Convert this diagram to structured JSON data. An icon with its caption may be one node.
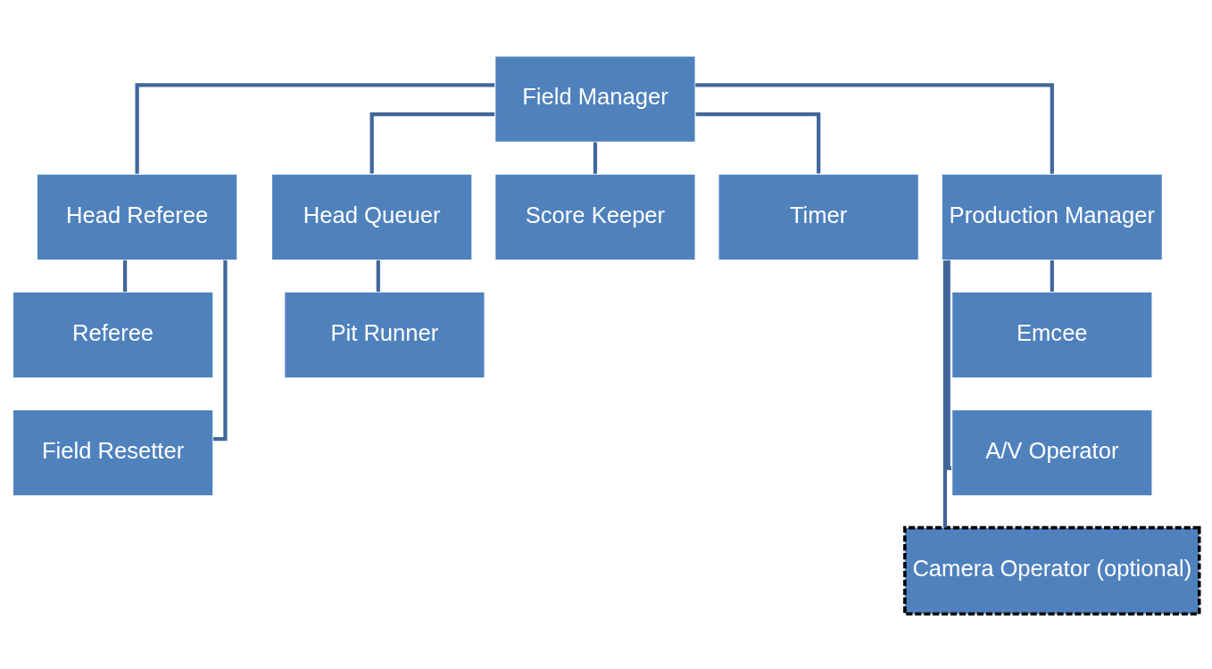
{
  "diagram": {
    "nodes": [
      {
        "text": [
          "Field Manager"
        ]
      },
      {
        "text": [
          "Head Referee"
        ]
      },
      {
        "text": [
          "Head Queuer"
        ]
      },
      {
        "text": [
          "Score Keeper"
        ]
      },
      {
        "text": [
          "Timer"
        ]
      },
      {
        "text": [
          "Production Manager"
        ]
      },
      {
        "text": [
          "Referee"
        ]
      },
      {
        "text": [
          "Field Resetter"
        ]
      },
      {
        "text": [
          "Pit Runner"
        ]
      },
      {
        "text": [
          "Emcee"
        ]
      },
      {
        "text": [
          "A/V Operator"
        ]
      },
      {
        "text": [
          "Camera Operator (optional)"
        ]
      }
    ],
    "edges": [
      {
        "from": 0,
        "to": 1,
        "arrow": "none"
      },
      {
        "from": 0,
        "to": 2,
        "arrow": "none"
      },
      {
        "from": 0,
        "to": 3,
        "arrow": "none"
      },
      {
        "from": 0,
        "to": 4,
        "arrow": "none"
      },
      {
        "from": 0,
        "to": 5,
        "arrow": "none"
      },
      {
        "from": 1,
        "to": 6,
        "arrow": "none"
      },
      {
        "from": 1,
        "to": 7,
        "arrow": "none"
      },
      {
        "from": 2,
        "to": 8,
        "arrow": "none"
      },
      {
        "from": 5,
        "to": 9,
        "arrow": "none"
      },
      {
        "from": 5,
        "to": 10,
        "arrow": "none"
      },
      {
        "from": 5,
        "to": 11,
        "arrow": "none"
      }
    ]
  }
}
